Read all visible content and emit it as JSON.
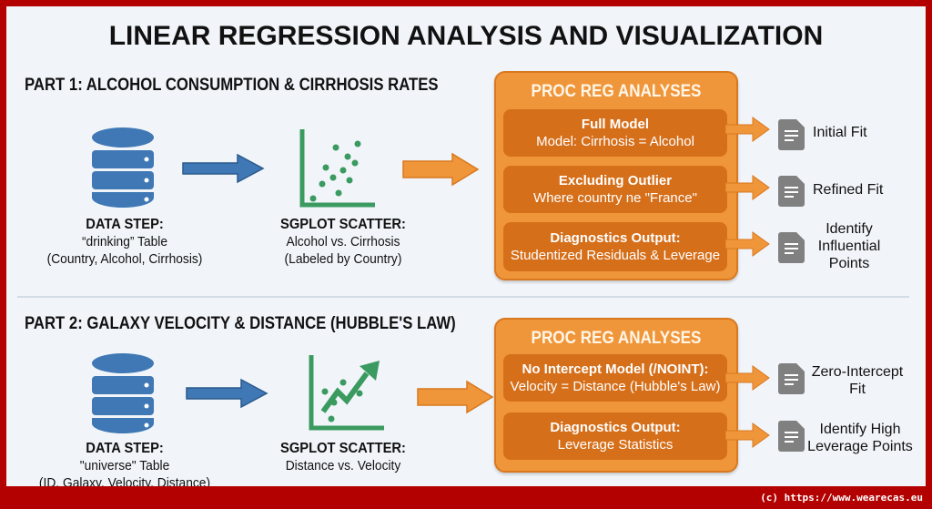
{
  "title": "LINEAR REGRESSION ANALYSIS AND VISUALIZATION",
  "colors": {
    "frame": "#b30000",
    "db_blue": "#3f78b5",
    "scatter_green": "#3a9a60",
    "orange": "#f0963a",
    "orange_dark": "#d66f1a",
    "doc_gray": "#808080"
  },
  "part1": {
    "heading": "PART 1: ALCOHOL CONSUMPTION & CIRRHOSIS RATES",
    "data_step": {
      "title": "DATA STEP:",
      "line1": "“drinking” Table",
      "line2": "(Country, Alcohol, Cirrhosis)",
      "icon": "database-icon"
    },
    "sgplot": {
      "title": "SGPLOT SCATTER:",
      "line1": "Alcohol vs. Cirrhosis",
      "line2": "(Labeled by Country)",
      "icon": "scatter-plot-icon"
    },
    "proc_reg": {
      "heading": "PROC REG ANALYSES",
      "items": [
        {
          "title": "Full Model",
          "desc": "Model: Cirrhosis = Alcohol",
          "output": "Initial Fit"
        },
        {
          "title": "Excluding Outlier",
          "desc": "Where country ne \"France\"",
          "output": "Refined Fit"
        },
        {
          "title": "Diagnostics Output:",
          "desc": "Studentized Residuals & Leverage",
          "output": "Identify Influential Points"
        }
      ]
    }
  },
  "part2": {
    "heading": "PART 2: GALAXY VELOCITY & DISTANCE (HUBBLE'S LAW)",
    "data_step": {
      "title": "DATA STEP:",
      "line1": "\"universe\" Table",
      "line2": "(ID, Galaxy, Velocity, Distance)",
      "icon": "database-icon"
    },
    "sgplot": {
      "title": "SGPLOT SCATTER:",
      "line1": "Distance vs. Velocity",
      "icon": "trend-scatter-icon"
    },
    "proc_reg": {
      "heading": "PROC REG ANALYSES",
      "items": [
        {
          "title": "No Intercept Model (/NOINT):",
          "desc": "Velocity = Distance (Hubble's Law)",
          "output": "Zero-Intercept Fit"
        },
        {
          "title": "Diagnostics Output:",
          "desc": "Leverage Statistics",
          "output": "Identify High Leverage Points"
        }
      ]
    }
  },
  "footer": "(c) https://www.wearecas.eu"
}
